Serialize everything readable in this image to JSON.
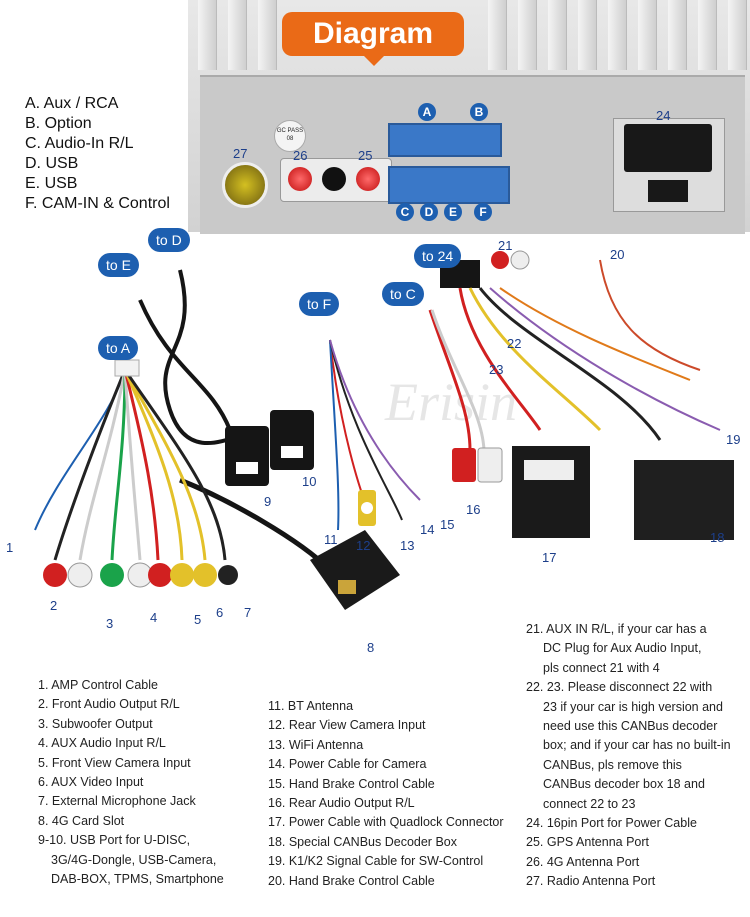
{
  "header": {
    "title": "Diagram"
  },
  "panel_legend": [
    "A. Aux / RCA",
    "B. Option",
    "C. Audio-In R/L",
    "D. USB",
    "E. USB",
    "F. CAM-IN & Control"
  ],
  "panel_numbers": {
    "n27": "27",
    "n26": "26",
    "n25": "25",
    "n24": "24"
  },
  "port_letters": {
    "a": "A",
    "b": "B",
    "c": "C",
    "d": "D",
    "e": "E",
    "f": "F"
  },
  "gc_label": "GC PASS 08",
  "badges": {
    "to_d": "to D",
    "to_e": "to E",
    "to_a": "to A",
    "to_f": "to F",
    "to_c": "to C",
    "to_24": "to 24"
  },
  "cable_numbers": [
    "1",
    "2",
    "3",
    "4",
    "5",
    "6",
    "7",
    "8",
    "9",
    "10",
    "11",
    "12",
    "13",
    "14",
    "15",
    "16",
    "17",
    "18",
    "19",
    "20",
    "21",
    "22",
    "23"
  ],
  "list_left": [
    "1. AMP Control Cable",
    "2. Front Audio Output R/L",
    "3. Subwoofer Output",
    "4. AUX Audio Input R/L",
    "5. Front View Camera Input",
    "6. AUX Video Input",
    "7. External Microphone Jack",
    "8. 4G Card Slot",
    "9-10. USB Port for U-DISC,",
    "3G/4G-Dongle, USB-Camera,",
    "DAB-BOX, TPMS, Smartphone"
  ],
  "list_middle": [
    "11. BT Antenna",
    "12. Rear View Camera Input",
    "13. WiFi Antenna",
    "14. Power Cable for Camera",
    "15. Hand Brake Control Cable",
    "16. Rear Audio Output R/L",
    "17. Power Cable with Quadlock Connector",
    "18. Special CANBus Decoder Box",
    "19. K1/K2 Signal Cable for SW-Control",
    "20. Hand Brake Control Cable"
  ],
  "list_right": [
    "21. AUX IN R/L, if your car has a",
    "DC Plug for Aux Audio Input,",
    "pls connect 21 with 4",
    "22. 23. Please disconnect 22 with",
    "23 if your car is high version and",
    "need use this CANBus decoder",
    "box; and if your car has no built-in",
    "CANBus, pls remove this",
    "CANBus decoder box 18 and",
    "connect 22 to 23",
    "24. 16pin Port for Power Cable",
    "25. GPS Antenna Port",
    "26. 4G Antenna Port",
    "27. Radio Antenna Port"
  ],
  "watermark": "Erisin"
}
